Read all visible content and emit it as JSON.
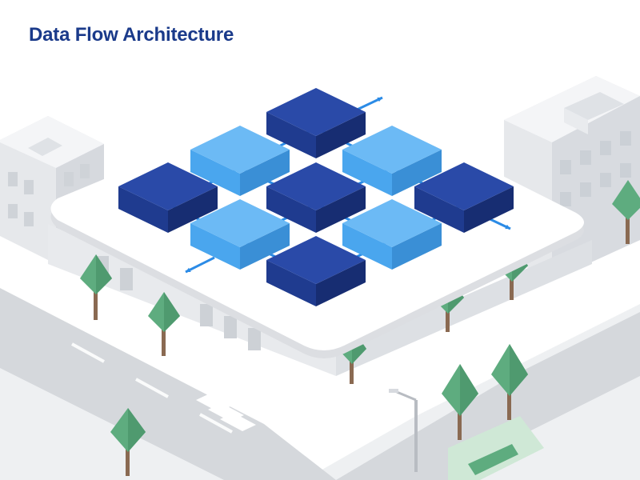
{
  "title": "Data Flow Architecture",
  "colors": {
    "title": "#1a3a8a",
    "dark_block": "#1f3b8f",
    "light_block": "#4aa6ee",
    "arrow": "#2b8be6",
    "platform": "#ffffff",
    "building": "#e4e6ea",
    "road": "#c7cacf",
    "tree": "#5eac7f",
    "grass": "#cfe8d6"
  },
  "diagram": {
    "grid": "3x3 + 4 corner extension",
    "blocks": [
      {
        "id": "top",
        "tone": "dark"
      },
      {
        "id": "upper-left",
        "tone": "light"
      },
      {
        "id": "upper-right",
        "tone": "light"
      },
      {
        "id": "left",
        "tone": "dark"
      },
      {
        "id": "center",
        "tone": "dark"
      },
      {
        "id": "right",
        "tone": "dark"
      },
      {
        "id": "lower-left",
        "tone": "light"
      },
      {
        "id": "lower-right",
        "tone": "light"
      },
      {
        "id": "bottom",
        "tone": "dark"
      }
    ],
    "external_arrows": [
      "top-right",
      "right",
      "bottom-left"
    ]
  }
}
